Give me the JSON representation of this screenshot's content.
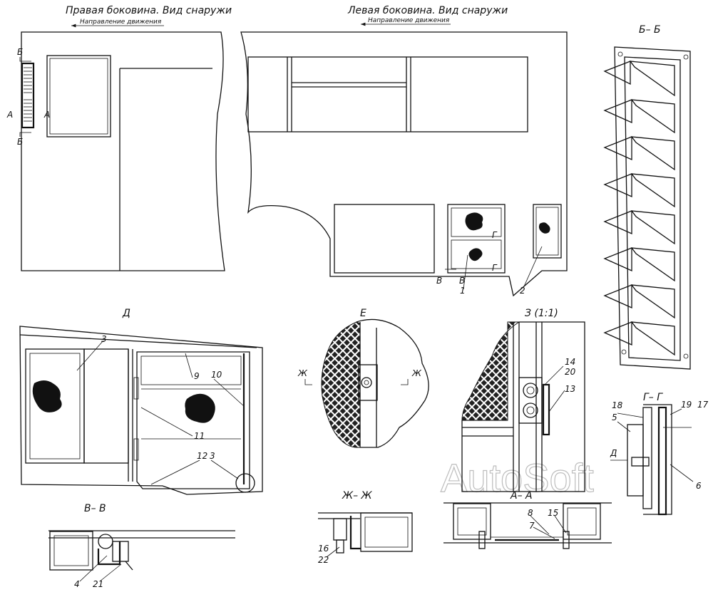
{
  "views": {
    "right_side": {
      "title": "Правая боковина. Вид снаружи",
      "direction": "Направление движения"
    },
    "left_side": {
      "title": "Левая боковина. Вид снаружи",
      "direction": "Направление движения"
    },
    "section_bb": {
      "title": "Б– Б"
    },
    "view_d": {
      "title": "Д"
    },
    "view_e": {
      "title": "Е"
    },
    "view_z": {
      "title": "З (1:1)"
    },
    "section_gg": {
      "title": "Г– Г"
    },
    "section_vv": {
      "title": "В– В"
    },
    "section_zhzh": {
      "title": "Ж– Ж"
    },
    "section_aa": {
      "title": "А– А"
    }
  },
  "markers": {
    "b": "Б",
    "a": "А",
    "v": "В",
    "g": "Г",
    "zh": "Ж",
    "d": "Д"
  },
  "callouts": {
    "n1": "1",
    "n2": "2",
    "n3": "3",
    "n4": "4",
    "n5": "5",
    "n6": "6",
    "n7": "7",
    "n8": "8",
    "n9": "9",
    "n10": "10",
    "n11": "11",
    "n12": "12",
    "n13": "13",
    "n14": "14",
    "n15": "15",
    "n16": "16",
    "n17": "17",
    "n18": "18",
    "n19": "19",
    "n20": "20",
    "n21": "21",
    "n22": "22"
  },
  "watermark": "AutoSoft"
}
